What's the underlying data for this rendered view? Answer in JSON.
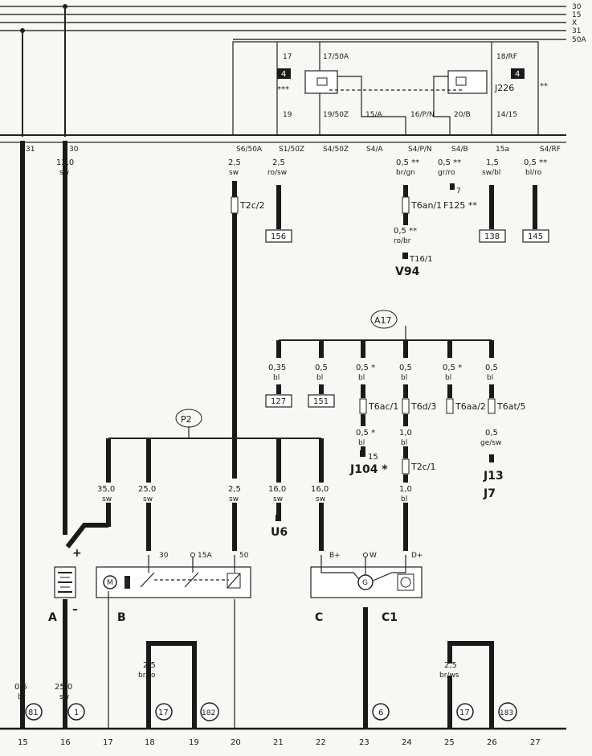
{
  "bus_lines": [
    "30",
    "15",
    "X",
    "31",
    "50A"
  ],
  "terminals_top": [
    "31",
    "30",
    "S6/50A",
    "S1/50Z",
    "S4/50Z",
    "S4/A",
    "S4/P/N",
    "S4/B",
    "15a",
    "S4/RF"
  ],
  "relay": {
    "pins_in": [
      "17",
      "17/50A",
      "18/RF"
    ],
    "pins_out": [
      "19",
      "19/50Z",
      "15/A",
      "16/P/N",
      "20/B",
      "14/15"
    ],
    "code": "J226",
    "marks": [
      "4",
      "4"
    ],
    "notes": [
      "***",
      "**"
    ]
  },
  "wires_top": [
    {
      "size": "12,0",
      "color": "sw"
    },
    {
      "size": "2,5",
      "color": "sw"
    },
    {
      "size": "2,5",
      "color": "ro/sw"
    },
    {
      "size": "0,5 **",
      "color": "br/gn"
    },
    {
      "size": "0,5 **",
      "color": "gr/ro"
    },
    {
      "size": "1,5",
      "color": "sw/bl"
    },
    {
      "size": "0,5 **",
      "color": "bl/ro"
    }
  ],
  "connectors_top": [
    "T2c/2",
    "T6an/1",
    "F125 **"
  ],
  "marker_7": "7",
  "ref_boxes_top": [
    "156",
    "138",
    "145"
  ],
  "v94": {
    "size": "0,5 **",
    "color": "ro/br",
    "ground": "T16/1",
    "label": "V94"
  },
  "a17": {
    "label": "A17",
    "wires": [
      {
        "size": "0,35",
        "color": "bl"
      },
      {
        "size": "0,5",
        "color": "bl"
      },
      {
        "size": "0,5 *",
        "color": "bl"
      },
      {
        "size": "0,5",
        "color": "bl"
      },
      {
        "size": "0,5 *",
        "color": "bl"
      },
      {
        "size": "0,5",
        "color": "bl"
      }
    ],
    "boxes": [
      "127",
      "151"
    ],
    "connectors": [
      "T6ac/1",
      "T6d/3",
      "T6aa/2",
      "T6at/5"
    ]
  },
  "mid_wires": [
    {
      "size": "0,5 *",
      "color": "bl",
      "ground": "15",
      "label": "J104 *"
    },
    {
      "size": "1,0",
      "color": "bl",
      "conn": "T2c/1"
    },
    {
      "size": "0,5",
      "color": "ge/sw",
      "label1": "J13",
      "label2": "J7"
    },
    {
      "size": "1,0",
      "color": "bl"
    }
  ],
  "p2": {
    "label": "P2",
    "wires": [
      {
        "size": "35,0",
        "color": "sw"
      },
      {
        "size": "25,0",
        "color": "sw"
      },
      {
        "size": "2,5",
        "color": "sw"
      },
      {
        "size": "16,0",
        "color": "sw"
      },
      {
        "size": "16,0",
        "color": "sw"
      }
    ],
    "u6": "U6"
  },
  "components": {
    "battery": {
      "label": "A",
      "plus": "+",
      "minus": "–"
    },
    "starter": {
      "label": "B",
      "pins": [
        "30",
        "15A",
        "50"
      ]
    },
    "alternator": {
      "label": "C",
      "pins": [
        "B+",
        "W",
        "D+"
      ]
    },
    "regulator": {
      "label": "C1"
    }
  },
  "bottom_wires": [
    {
      "size": "0,5",
      "color": "br"
    },
    {
      "size": "25,0",
      "color": "sw"
    },
    {
      "size": "2,5",
      "color": "br/ro"
    },
    {
      "size": "2,5",
      "color": "br/ws"
    }
  ],
  "grounds": [
    "81",
    "1",
    "17",
    "182",
    "6",
    "17",
    "183"
  ],
  "track_numbers": [
    "15",
    "16",
    "17",
    "18",
    "19",
    "20",
    "21",
    "22",
    "23",
    "24",
    "25",
    "26",
    "27"
  ],
  "colors": {
    "ink": "#1a1a1a",
    "paper": "#f7f7f4"
  }
}
